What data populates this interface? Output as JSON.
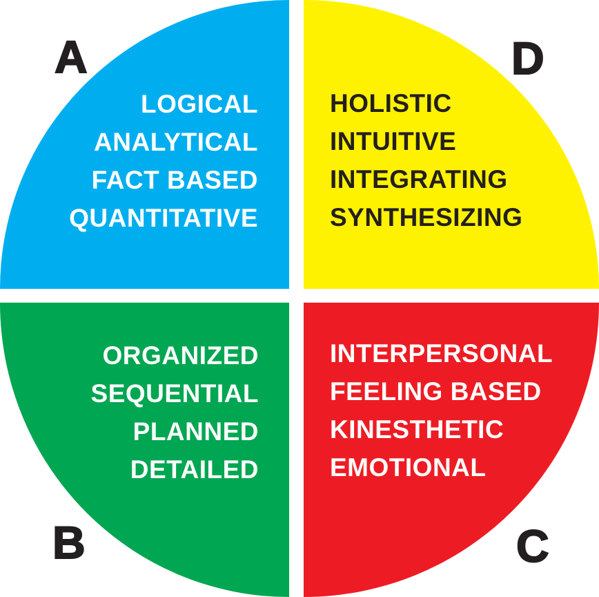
{
  "background_color": "#FFFFFF",
  "letter_color": "#231F20",
  "quadrants": [
    {
      "letter": "A",
      "position": "top-left",
      "color": "#00AEEF",
      "text_color": "#FFFFFF",
      "lines": [
        "LOGICAL",
        "ANALYTICAL",
        "FACT BASED",
        "QUANTITATIVE"
      ]
    },
    {
      "letter": "D",
      "position": "top-right",
      "color": "#FFF200",
      "text_color": "#231F20",
      "lines": [
        "HOLISTIC",
        "INTUITIVE",
        "INTEGRATING",
        "SYNTHESIZING"
      ]
    },
    {
      "letter": "B",
      "position": "bottom-left",
      "color": "#00A651",
      "text_color": "#FFFFFF",
      "lines": [
        "ORGANIZED",
        "SEQUENTIAL",
        "PLANNED",
        "DETAILED"
      ]
    },
    {
      "letter": "C",
      "position": "bottom-right",
      "color": "#ED1C24",
      "text_color": "#FFFFFF",
      "lines": [
        "INTERPERSONAL",
        "FEELING BASED",
        "KINESTHETIC",
        "EMOTIONAL"
      ]
    }
  ]
}
